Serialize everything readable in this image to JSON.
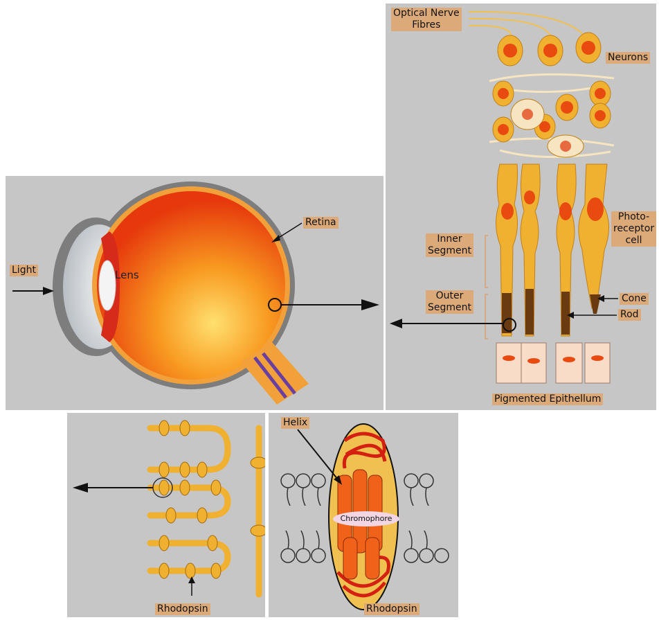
{
  "eye": {
    "light": "Light",
    "lens": "Lens",
    "retina": "Retina"
  },
  "retina_detail": {
    "optical_nerve_fibres": "Optical Nerve\nFibres",
    "neurons": "Neurons",
    "photoreceptor_cell": "Photo-\nreceptor\ncell",
    "inner_segment": "Inner\nSegment",
    "outer_segment": "Outer\nSegment",
    "cone": "Cone",
    "rod": "Rod",
    "pigmented_epithelium": "Pigmented Epithellum"
  },
  "disc_membrane": {
    "rhodopsin": "Rhodopsin"
  },
  "protein": {
    "helix": "Helix",
    "chromophore": "Chromophore",
    "rhodopsin": "Rhodopsin"
  },
  "colors": {
    "panel_bg": "#c6c6c6",
    "label_bg": "#dcaa78",
    "eyeball": "#e8550e",
    "cell_yellow": "#f0b030",
    "nucleus": "#e84a10"
  }
}
